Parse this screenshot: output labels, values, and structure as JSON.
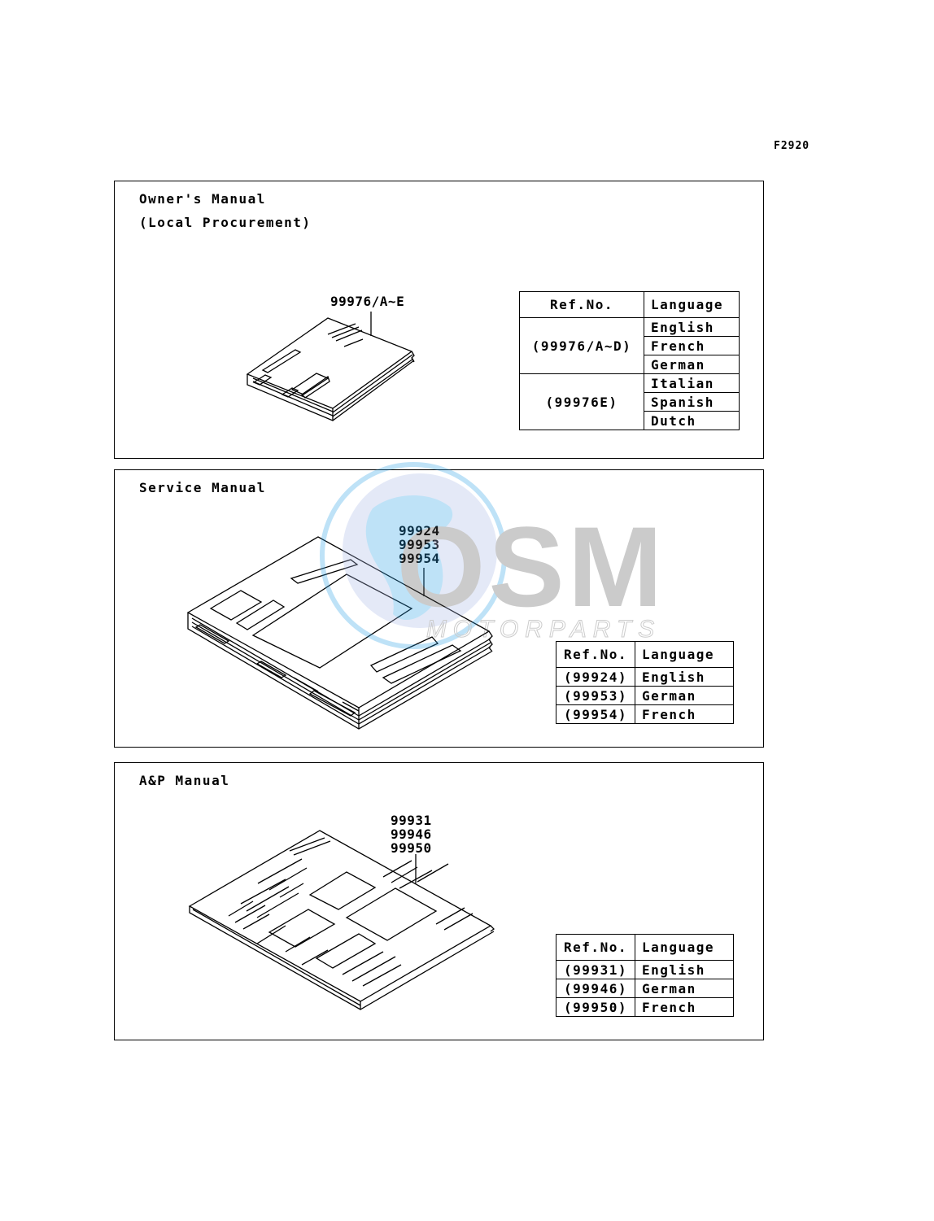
{
  "figure_code": "F2920",
  "watermark": {
    "brand": "OSM",
    "tagline": "MOTORPARTS"
  },
  "panels": [
    {
      "title_lines": [
        "Owner's Manual",
        "(Local Procurement)"
      ],
      "part_numbers": [
        "99976/A~E"
      ],
      "table": {
        "headers": [
          "Ref.No.",
          "Language"
        ],
        "groups": [
          {
            "ref": "(99976/A~D)",
            "languages": [
              "English",
              "French",
              "German"
            ]
          },
          {
            "ref": "(99976E)",
            "languages": [
              "Italian",
              "Spanish",
              "Dutch"
            ]
          }
        ]
      }
    },
    {
      "title_lines": [
        "Service Manual"
      ],
      "part_numbers": [
        "99924",
        "99953",
        "99954"
      ],
      "table": {
        "headers": [
          "Ref.No.",
          "Language"
        ],
        "rows": [
          {
            "ref": "(99924)",
            "language": "English"
          },
          {
            "ref": "(99953)",
            "language": "German"
          },
          {
            "ref": "(99954)",
            "language": "French"
          }
        ]
      }
    },
    {
      "title_lines": [
        "A&P Manual"
      ],
      "part_numbers": [
        "99931",
        "99946",
        "99950"
      ],
      "table": {
        "headers": [
          "Ref.No.",
          "Language"
        ],
        "rows": [
          {
            "ref": "(99931)",
            "language": "English"
          },
          {
            "ref": "(99946)",
            "language": "German"
          },
          {
            "ref": "(99950)",
            "language": "French"
          }
        ]
      }
    }
  ]
}
